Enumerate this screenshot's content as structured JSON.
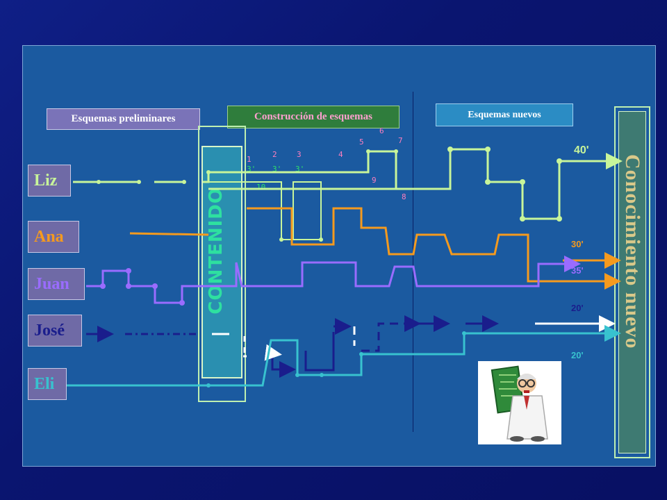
{
  "phases": {
    "preliminary": "Esquemas preliminares",
    "construction": "Construcción de esquemas",
    "new": "Esquemas nuevos"
  },
  "students": [
    "Liz",
    "Ana",
    "Juan",
    "José",
    "Eli"
  ],
  "center_column_label": "CONTENIDO",
  "result_label": "Conocimiento nuevo",
  "step_numbers": {
    "n1": "1",
    "n2": "2",
    "n3": "3",
    "n4": "4",
    "n5": "5",
    "n6": "6",
    "n7": "7",
    "n8": "8",
    "n9": "9",
    "n10": "10",
    "n3p_a": "3'",
    "n3p_b": "3'",
    "n3p_c": "3'"
  },
  "times": {
    "liz": "40'",
    "ana": "30'",
    "juan": "35'",
    "jose": "20'",
    "eli": "20'"
  },
  "colors": {
    "liz": "#c8f59a",
    "ana": "#f59a1e",
    "juan": "#9a6cff",
    "jose": "#1a1d8c",
    "eli": "#38c2cf",
    "center_column": "#2a8fb0",
    "result_box": "#3e7a72",
    "step_numbers": "#ff7fbf"
  },
  "icons": {
    "scientist": "scientist-icon"
  }
}
